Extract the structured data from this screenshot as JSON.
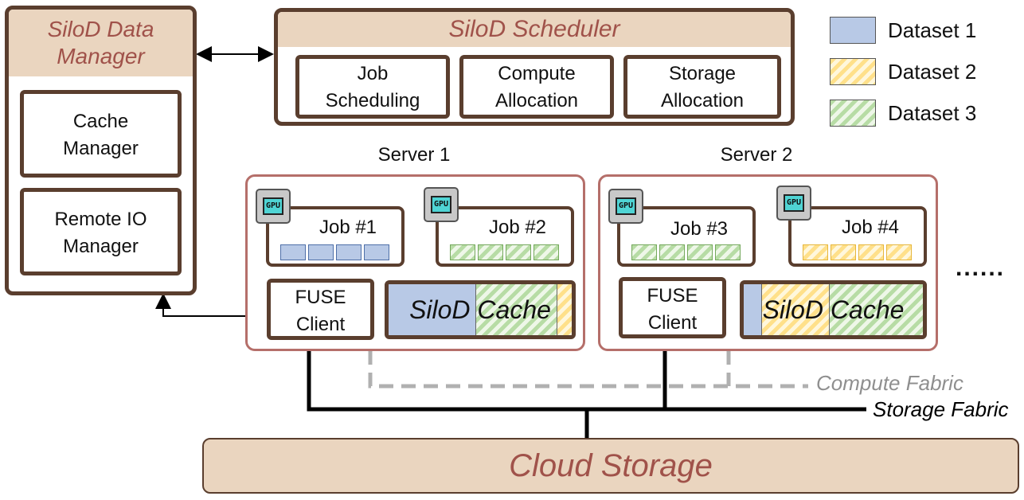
{
  "data_manager": {
    "title_line1": "SiloD Data",
    "title_line2": "Manager",
    "cache_manager": [
      "Cache",
      "Manager"
    ],
    "remote_io": [
      "Remote IO",
      "Manager"
    ]
  },
  "scheduler": {
    "title": "SiloD Scheduler",
    "items": [
      [
        "Job",
        "Scheduling"
      ],
      [
        "Compute",
        "Allocation"
      ],
      [
        "Storage",
        "Allocation"
      ]
    ]
  },
  "legend": [
    {
      "label": "Dataset 1"
    },
    {
      "label": "Dataset 2"
    },
    {
      "label": "Dataset 3"
    }
  ],
  "servers": [
    {
      "label": "Server 1",
      "jobs": [
        "Job #1",
        "Job #2"
      ],
      "fuse": [
        "FUSE",
        "Client"
      ],
      "cache_words": [
        "SiloD",
        "Cache"
      ]
    },
    {
      "label": "Server 2",
      "jobs": [
        "Job #3",
        "Job #4"
      ],
      "fuse": [
        "FUSE",
        "Client"
      ],
      "cache_words": [
        "SiloD",
        "Cache"
      ]
    }
  ],
  "gpu_label": "GPU",
  "ellipsis": "......",
  "compute_fabric": "Compute Fabric",
  "storage_fabric": "Storage Fabric",
  "cloud_storage": "Cloud Storage",
  "colors": {
    "border": "#5a3e2e",
    "tan": "#ead5bf",
    "title": "#a0524a",
    "server_border": "#b56f6a",
    "dataset1": "#b8c9e6",
    "dataset2": "#ffe08a",
    "dataset3": "#b7dca5"
  }
}
